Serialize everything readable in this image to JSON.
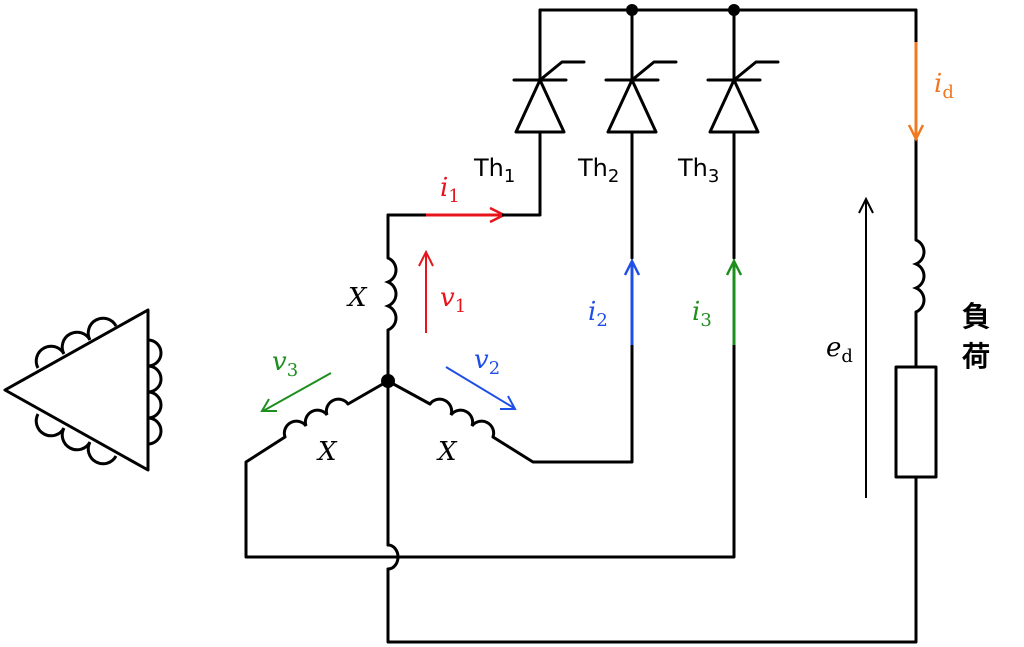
{
  "colors": {
    "wire": "#000000",
    "i1": "#e8141c",
    "i2": "#1f4fe6",
    "i3": "#1e8f1e",
    "id": "#f07820"
  },
  "labels": {
    "th1": {
      "main": "Th",
      "sub": "1"
    },
    "th2": {
      "main": "Th",
      "sub": "2"
    },
    "th3": {
      "main": "Th",
      "sub": "3"
    },
    "i1": {
      "main": "i",
      "sub": "1"
    },
    "i2": {
      "main": "i",
      "sub": "2"
    },
    "i3": {
      "main": "i",
      "sub": "3"
    },
    "id": {
      "main": "i",
      "sub": "d"
    },
    "v1": {
      "main": "v",
      "sub": "1"
    },
    "v2": {
      "main": "v",
      "sub": "2"
    },
    "v3": {
      "main": "v",
      "sub": "3"
    },
    "ed": {
      "main": "e",
      "sub": "d"
    },
    "x1": "X",
    "x2": "X",
    "x3": "X",
    "load": [
      "負",
      "荷"
    ]
  }
}
